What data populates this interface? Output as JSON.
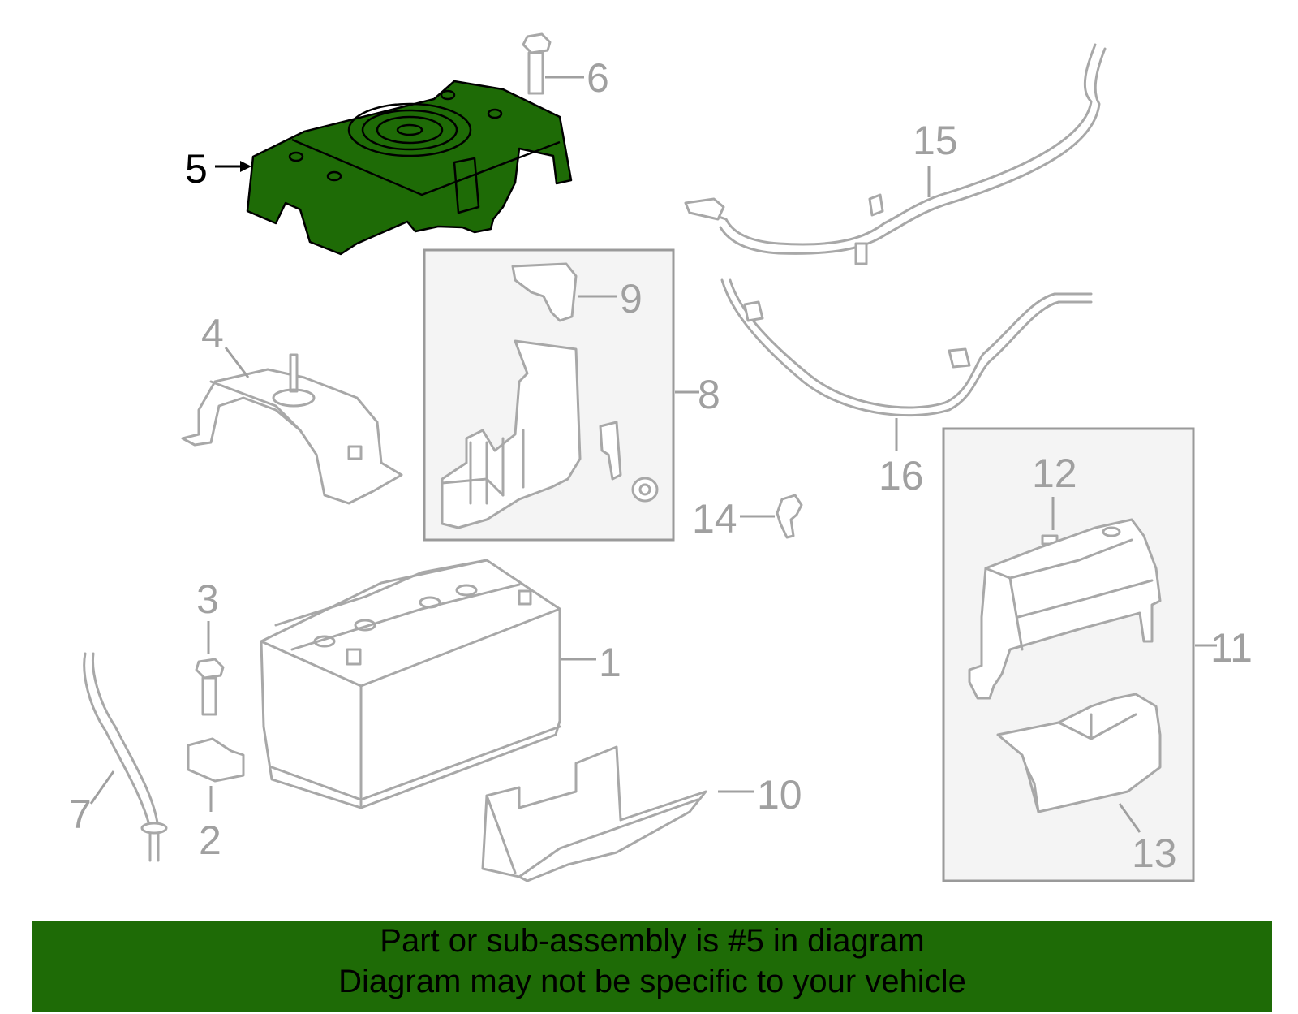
{
  "colors": {
    "highlight": "#1e6b06",
    "line": "#a8a8a8",
    "callout": "#a0a0a0",
    "banner": "#1e6b06"
  },
  "highlighted_part": "5",
  "callouts": {
    "c1": "1",
    "c2": "2",
    "c3": "3",
    "c4": "4",
    "c5": "5",
    "c6": "6",
    "c7": "7",
    "c8": "8",
    "c9": "9",
    "c10": "10",
    "c11": "11",
    "c12": "12",
    "c13": "13",
    "c14": "14",
    "c15": "15",
    "c16": "16"
  },
  "banner": {
    "line1": "Part or sub-assembly is #5 in diagram",
    "line2": "Diagram may not be specific to your vehicle"
  }
}
